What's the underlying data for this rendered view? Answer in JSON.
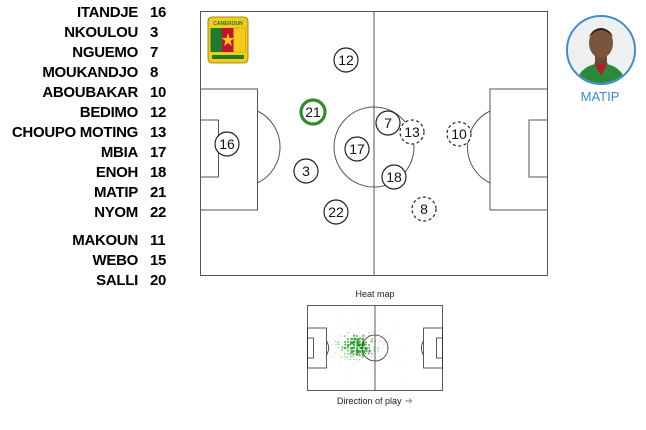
{
  "roster": {
    "starters": [
      {
        "name": "ITANDJE",
        "number": "16"
      },
      {
        "name": "NKOULOU",
        "number": "3"
      },
      {
        "name": "NGUEMO",
        "number": "7"
      },
      {
        "name": "MOUKANDJO",
        "number": "8"
      },
      {
        "name": "ABOUBAKAR",
        "number": "10"
      },
      {
        "name": "BEDIMO",
        "number": "12"
      },
      {
        "name": "CHOUPO MOTING",
        "number": "13"
      },
      {
        "name": "MBIA",
        "number": "17"
      },
      {
        "name": "ENOH",
        "number": "18"
      },
      {
        "name": "MATIP",
        "number": "21"
      },
      {
        "name": "NYOM",
        "number": "22"
      }
    ],
    "substitutes": [
      {
        "name": "MAKOUN",
        "number": "11"
      },
      {
        "name": "WEBO",
        "number": "15"
      },
      {
        "name": "SALLI",
        "number": "20"
      }
    ]
  },
  "team_badge": {
    "text": "CAMEROUN",
    "colors": {
      "green": "#1f7a2e",
      "red": "#c8102e",
      "yellow": "#f4cc1c"
    }
  },
  "pitch_markers": [
    {
      "number": "16",
      "style": "solid"
    },
    {
      "number": "12",
      "style": "solid"
    },
    {
      "number": "21",
      "style": "highlight"
    },
    {
      "number": "3",
      "style": "solid"
    },
    {
      "number": "17",
      "style": "solid"
    },
    {
      "number": "22",
      "style": "solid"
    },
    {
      "number": "7",
      "style": "solid"
    },
    {
      "number": "18",
      "style": "solid"
    },
    {
      "number": "13",
      "style": "dashed"
    },
    {
      "number": "10",
      "style": "dashed"
    },
    {
      "number": "8",
      "style": "dashed"
    }
  ],
  "selected_player": {
    "name": "MATIP",
    "avatar_icon": "player-portrait-icon"
  },
  "heatmap": {
    "title": "Heat map",
    "direction_label": "Direction of play",
    "direction_icon": "arrow-right-icon"
  },
  "colors": {
    "highlight": "#2e8b2e",
    "accent": "#3a8bd0",
    "pitch_line": "#555555",
    "heat": "#1a9a1a"
  }
}
